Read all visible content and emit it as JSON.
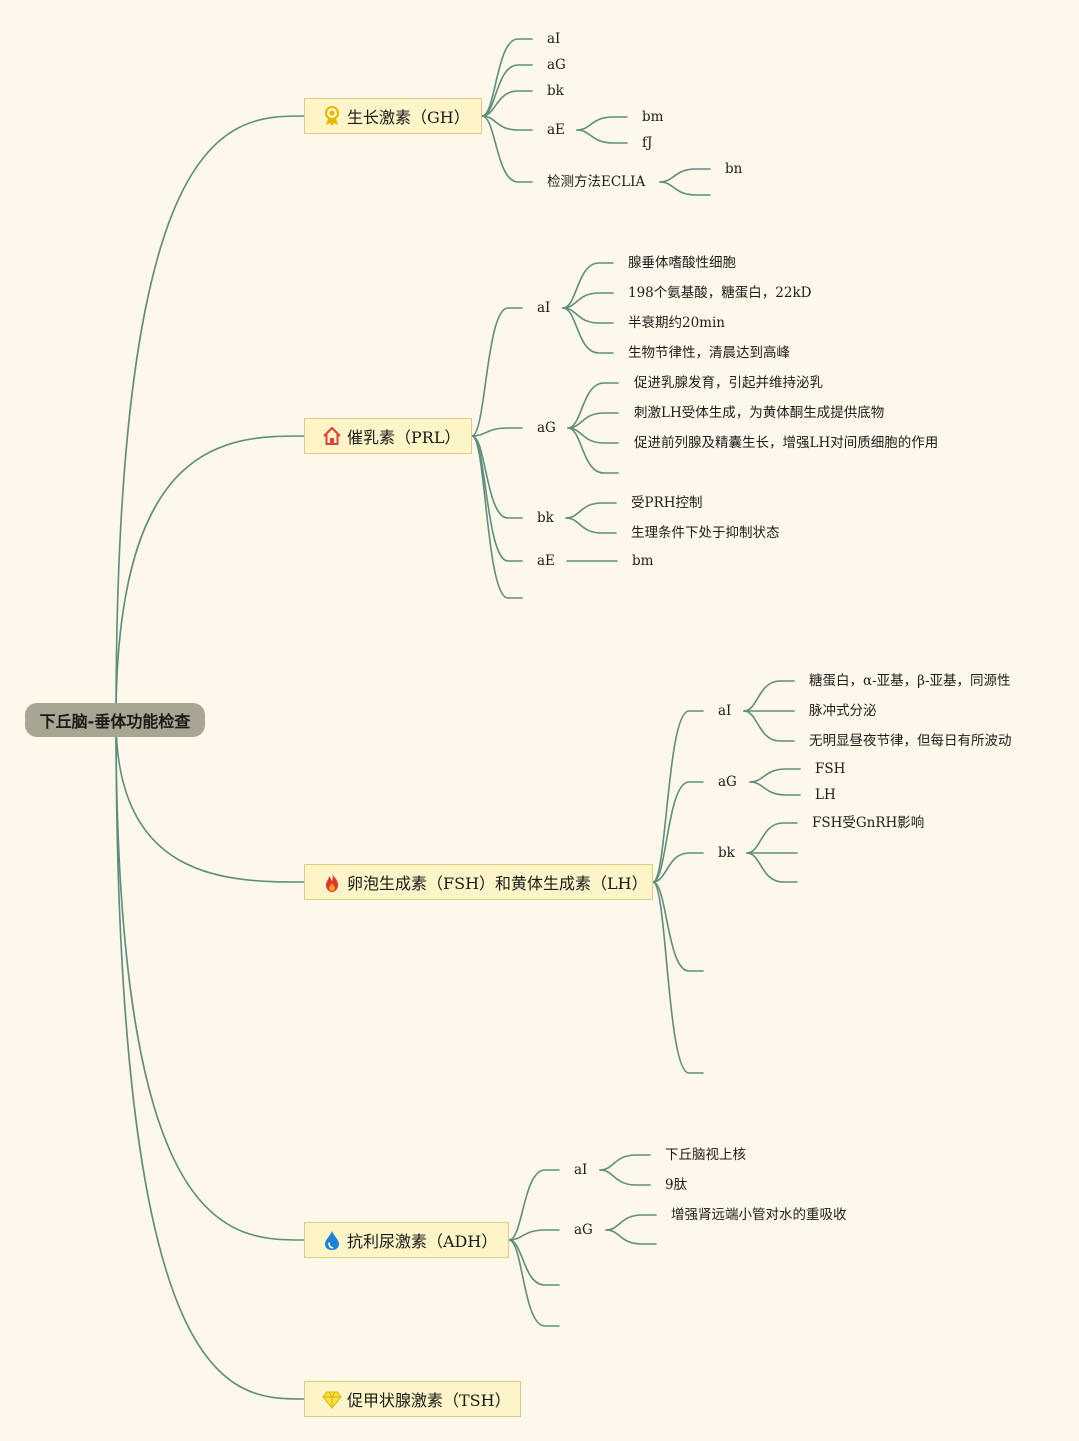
{
  "root": {
    "label": "下丘脑-垂体功能检查"
  },
  "icons": {
    "gh": "award-ribbon-icon",
    "prl": "house-icon",
    "fsh_lh": "fire-icon",
    "adh": "water-drop-icon",
    "tsh": "diamond-icon"
  },
  "colors": {
    "edge": "#5e8d7f",
    "topic_fill": "#fdf4c8",
    "root_fill": "#a9a593",
    "background": "#fdf8ea"
  },
  "gh": {
    "title": "生长激素（GH）",
    "al": "aI",
    "ag": "aG",
    "bk": "bk",
    "ae": "aE",
    "ae_bm": "bm",
    "ae_fj": "fJ",
    "method": "检测方法ECLIA",
    "method_bn": "bn"
  },
  "prl": {
    "title": "催乳素（PRL）",
    "al": "aI",
    "al_items": [
      "腺垂体嗜酸性细胞",
      "198个氨基酸，糖蛋白，22kD",
      "半衰期约20min",
      "生物节律性，清晨达到高峰"
    ],
    "ag": "aG",
    "ag_items": [
      "促进乳腺发育，引起并维持泌乳",
      "刺激LH受体生成，为黄体酮生成提供底物",
      "促进前列腺及精囊生长，增强LH对间质细胞的作用"
    ],
    "bk": "bk",
    "bk_items": [
      "受PRH控制",
      "生理条件下处于抑制状态"
    ],
    "ae": "aE",
    "ae_bm": "bm"
  },
  "fsh_lh": {
    "title": "卵泡生成素（FSH）和黄体生成素（LH）",
    "al": "aI",
    "al_items": [
      "糖蛋白，α-亚基，β-亚基，同源性",
      "脉冲式分泌",
      "无明显昼夜节律，但每日有所波动"
    ],
    "ag": "aG",
    "ag_items": [
      "FSH",
      "LH"
    ],
    "bk": "bk",
    "bk_items": [
      "FSH受GnRH影响"
    ]
  },
  "adh": {
    "title": "抗利尿激素（ADH）",
    "al": "aI",
    "al_items": [
      "下丘脑视上核",
      "9肽"
    ],
    "ag": "aG",
    "ag_items": [
      "增强肾远端小管对水的重吸收"
    ]
  },
  "tsh": {
    "title": "促甲状腺激素（TSH）"
  }
}
